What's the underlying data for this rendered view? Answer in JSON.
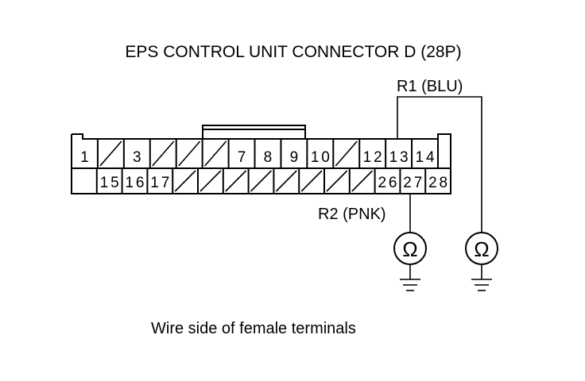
{
  "title": "EPS CONTROL UNIT CONNECTOR D (28P)",
  "caption": "Wire side of female terminals",
  "probes": {
    "r1": "R1 (BLU)",
    "r2": "R2 (PNK)"
  },
  "meter_symbol": "Ω",
  "connector": {
    "top_row": [
      "1",
      "",
      "3",
      "",
      "",
      "",
      "7",
      "8",
      "9",
      "10",
      "",
      "12",
      "13",
      "14"
    ],
    "bottom_row": [
      "",
      "15",
      "16",
      "17",
      "",
      "",
      "",
      "",
      "",
      "",
      "",
      "",
      "26",
      "27",
      "28"
    ]
  }
}
